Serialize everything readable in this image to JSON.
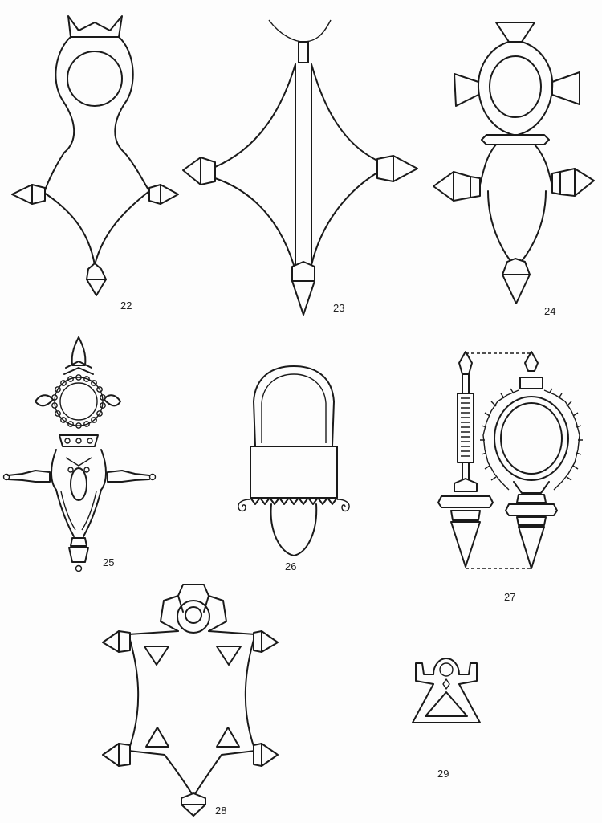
{
  "figures": [
    {
      "number": "22",
      "icon": "cross-pendant-ring-top-icon"
    },
    {
      "number": "23",
      "icon": "cross-pendant-diamond-icon"
    },
    {
      "number": "24",
      "icon": "cross-pendant-oval-ring-icon"
    },
    {
      "number": "25",
      "icon": "cross-pendant-beaded-icon"
    },
    {
      "number": "26",
      "icon": "pendant-amulet-case-icon"
    },
    {
      "number": "27",
      "icon": "pendant-side-and-front-view-icon"
    },
    {
      "number": "28",
      "icon": "cross-pendant-shield-icon"
    },
    {
      "number": "29",
      "icon": "pendant-small-figure-icon"
    }
  ],
  "colors": {
    "ink": "#1a1a1a",
    "paper": "#fdfdfd"
  }
}
